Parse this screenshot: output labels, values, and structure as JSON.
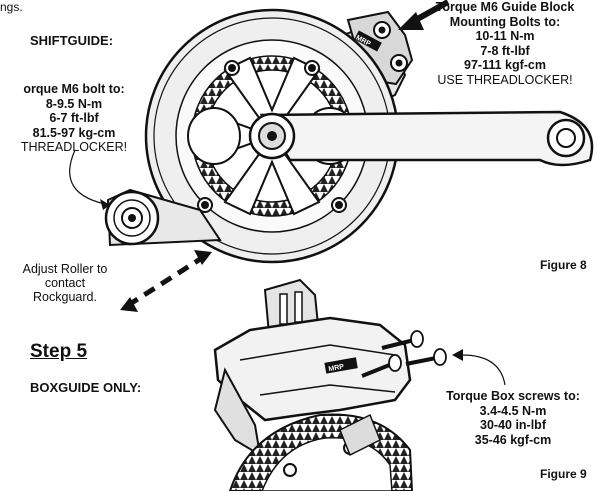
{
  "top_fragment": "ngs.",
  "shiftguide_heading": "SHIFTGUIDE:",
  "guide_block_callout": {
    "line1": "Torque M6 Guide Block",
    "line2": "Mounting Bolts to:",
    "line3": "10-11 N-m",
    "line4": "7-8 ft-lbf",
    "line5": "97-111 kgf-cm",
    "line6": "USE THREADLOCKER!"
  },
  "m6_bolt_callout": {
    "line1": "orque M6 bolt to:",
    "line2": "8-9.5 N-m",
    "line3": "6-7 ft-lbf",
    "line4": "81.5-97 kg-cm",
    "line5": "THREADLOCKER!"
  },
  "roller_note": {
    "line1": "Adjust Roller to",
    "line2": "contact",
    "line3": "Rockguard."
  },
  "figure8_label": "Figure 8",
  "step_heading": "Step 5",
  "boxguide_heading": "BOXGUIDE ONLY:",
  "box_screw_callout": {
    "line1": "Torque Box screws to:",
    "line2": "3.4-4.5 N-m",
    "line3": "30-40 in-lbf",
    "line4": "35-46 kgf-cm"
  },
  "figure9_label": "Figure 9",
  "brand_mark": "MRP"
}
